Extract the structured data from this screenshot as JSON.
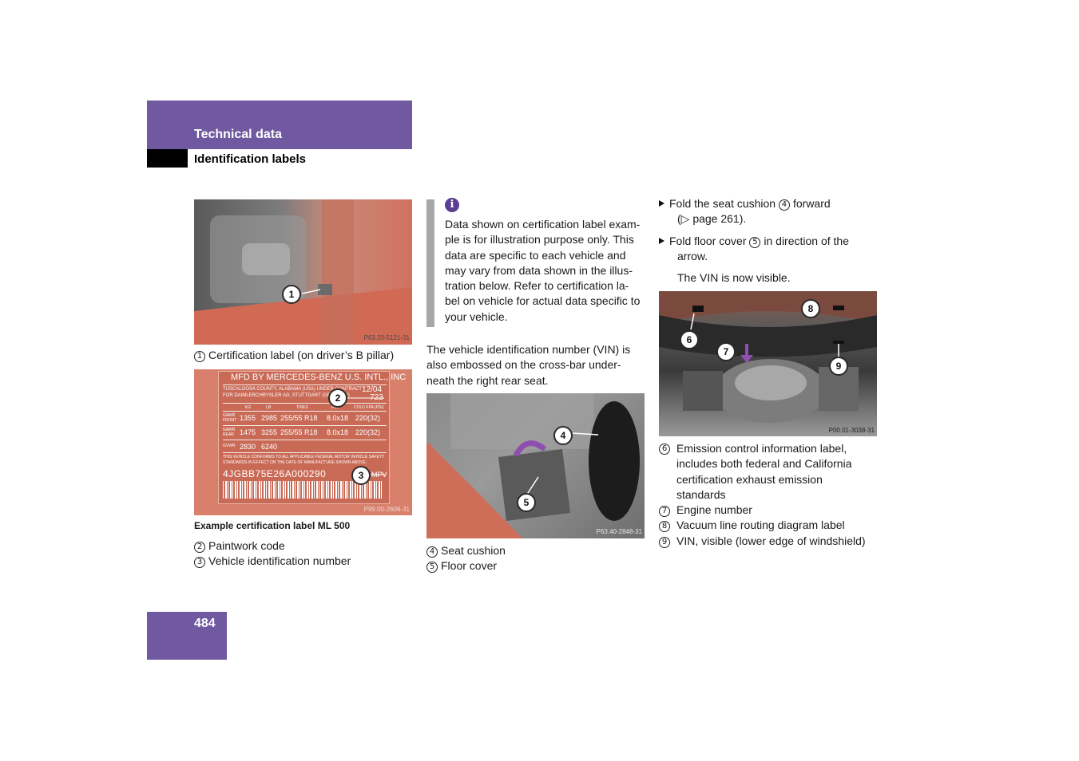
{
  "header": {
    "section_title": "Technical data",
    "subsection_title": "Identification labels"
  },
  "page_number": "484",
  "images": {
    "b_pillar": {
      "ref_code": "P63.20-5121-31",
      "badges": [
        "1"
      ]
    },
    "cert_label": {
      "ref_code": "P99.00-2606-31",
      "badges": [
        "2",
        "3"
      ],
      "plate": {
        "manufacturer": "MFD BY MERCEDES-BENZ U.S. INTL., INC",
        "line1": "TUSCALOOSA COUNTY, ALABAMA (USA) UNDER CONTRACT",
        "line2": "FOR DAIMLERCHRYSLER AG, STUTTGART (GERMANY)",
        "date": "12/04",
        "paint": "723",
        "headers": [
          "KG",
          "LB",
          "TIRES",
          "RIM",
          "COLD KPA (PSI)"
        ],
        "row_front_label": "GAWR FRONT",
        "row_front": [
          "1355",
          "2985",
          "255/55 R18",
          "8.0x18",
          "220(32)"
        ],
        "row_rear_label": "GAWR REAR",
        "row_rear": [
          "1475",
          "3255",
          "255/55 R18",
          "8.0x18",
          "220(32)"
        ],
        "gvwr_label": "GVWR",
        "gvwr": [
          "2830",
          "6240"
        ],
        "notice1": "THIS VEHICLE CONFORMS TO ALL APPLICABLE FEDERAL MOTOR VEHICLE SAFETY",
        "notice2": "STANDARDS IN EFFECT ON THE DATE OF MANUFACTURE SHOWN ABOVE.",
        "vin": "4JGBB75E26A000290",
        "type": "MPV"
      }
    },
    "seat": {
      "ref_code": "P63.40-2848-31",
      "badges": [
        "4",
        "5"
      ]
    },
    "engine": {
      "ref_code": "P00.01-3038-31",
      "badges": [
        "6",
        "7",
        "8",
        "9"
      ]
    }
  },
  "col1": {
    "caption1": {
      "num": "1",
      "text": "Certification label (on driver’s B pillar)"
    },
    "example_caption": "Example certification label ML 500",
    "items": [
      {
        "num": "2",
        "text": "Paintwork code"
      },
      {
        "num": "3",
        "text": "Vehicle identification number"
      }
    ]
  },
  "col2": {
    "info_icon": "i",
    "info_lines": [
      "Data shown on certification label exam-",
      "ple is for illustration purpose only. This",
      "data are specific to each vehicle and",
      "may vary from data shown in the illus-",
      "tration below. Refer to certification la-",
      "bel on vehicle for actual data specific to",
      "your vehicle."
    ],
    "para_lines": [
      "The vehicle identification number (VIN) is",
      "also embossed on the cross-bar under-",
      "neath the right rear seat."
    ],
    "items": [
      {
        "num": "4",
        "text": "Seat cushion"
      },
      {
        "num": "5",
        "text": "Floor cover"
      }
    ]
  },
  "col3": {
    "step1": {
      "pre": "Fold the seat cushion",
      "num": "4",
      "post": "forward",
      "line2": "(▷ page 261)."
    },
    "step2": {
      "pre": "Fold floor cover",
      "num": "5",
      "post": "in direction of the",
      "line2": "arrow."
    },
    "result": "The VIN is now visible.",
    "items": [
      {
        "num": "6",
        "lines": [
          "Emission control information label,",
          "includes both federal and California",
          "certification exhaust emission",
          "standards"
        ]
      },
      {
        "num": "7",
        "lines": [
          "Engine number"
        ]
      },
      {
        "num": "8",
        "lines": [
          "Vacuum line routing diagram label"
        ]
      },
      {
        "num": "9",
        "lines": [
          "VIN, visible (lower edge of windshield)"
        ]
      }
    ]
  }
}
